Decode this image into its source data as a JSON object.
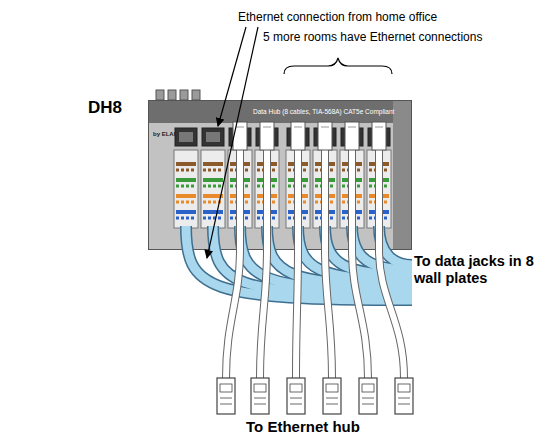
{
  "diagram": {
    "nodes": [
      {
        "text": [
          "Data Hub (8 cables, TIA-568A) CAT5e Compliant",
          "by ELAN"
        ]
      }
    ],
    "labels": [
      "Ethernet connection from home office",
      "5 more rooms have Ethernet connections",
      "DH8",
      "To data jacks in 8 wall plates",
      "To Ethernet hub"
    ]
  }
}
